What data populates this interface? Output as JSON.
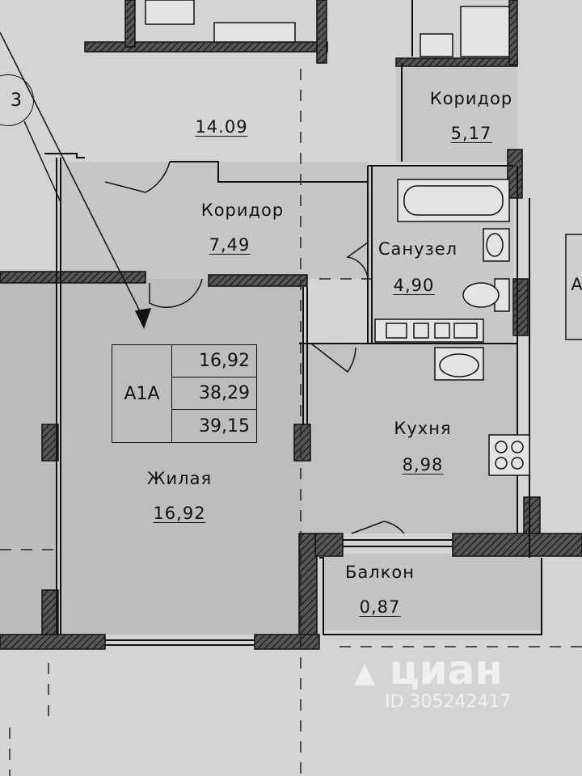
{
  "marker_number": "3",
  "rooms": {
    "common_corridor": {
      "area": "14.09"
    },
    "corridor_top": {
      "name": "Коридор",
      "area": "5,17"
    },
    "corridor": {
      "name": "Коридор",
      "area": "7,49"
    },
    "bathroom": {
      "name": "Санузел",
      "area": "4,90"
    },
    "kitchen": {
      "name": "Кухня",
      "area": "8,98"
    },
    "living": {
      "name": "Жилая",
      "area": "16,92"
    },
    "balcony": {
      "name": "Балкон",
      "area": "0,87"
    }
  },
  "apartment": {
    "code": "А1А",
    "living_area": "16,92",
    "total_area": "38,29",
    "total_with_balcony": "39,15"
  },
  "edge_label": "А",
  "watermark": {
    "brand": "циан",
    "listing_id": "ID 305242417"
  }
}
